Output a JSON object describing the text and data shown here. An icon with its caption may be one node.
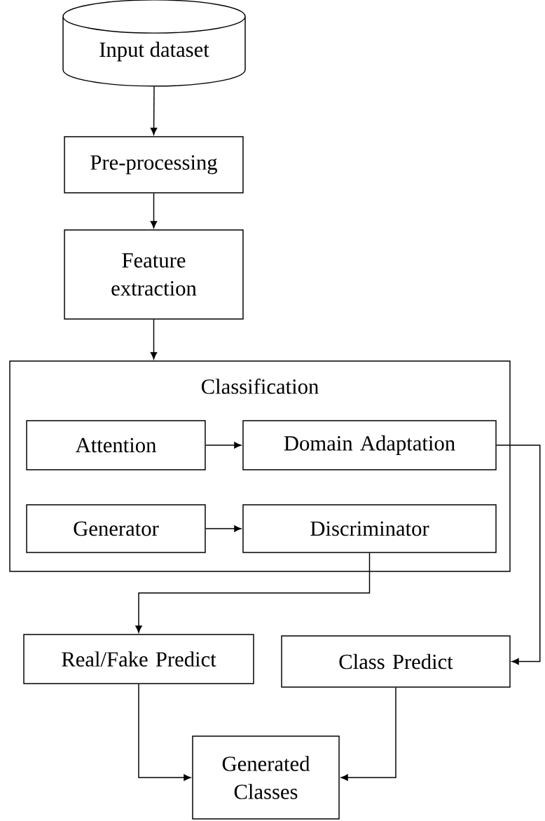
{
  "diagram": {
    "nodes": [
      {
        "text": [
          "Input dataset"
        ]
      },
      {
        "text": [
          "Pre-processing"
        ]
      },
      {
        "text": [
          "Feature extraction"
        ]
      },
      {
        "text": [
          "Classification"
        ]
      },
      {
        "text": [
          "Attention"
        ],
        "in": 3
      },
      {
        "text": [
          "Domain Adaptation"
        ],
        "in": 3
      },
      {
        "text": [
          "Generator"
        ],
        "in": 3
      },
      {
        "text": [
          "Discriminator"
        ],
        "in": 3
      },
      {
        "text": [
          "Real/Fake Predict"
        ]
      },
      {
        "text": [
          "Class Predict"
        ]
      },
      {
        "text": [
          "Generated Classes"
        ]
      }
    ],
    "edges": [
      {
        "from": 0,
        "to": 1,
        "arrow": "to"
      },
      {
        "from": 1,
        "to": 2,
        "arrow": "to"
      },
      {
        "from": 2,
        "to": 3,
        "arrow": "to"
      },
      {
        "from": 4,
        "to": 5,
        "arrow": "to"
      },
      {
        "from": 6,
        "to": 7,
        "arrow": "to"
      },
      {
        "from": 7,
        "to": 8,
        "arrow": "to"
      },
      {
        "from": 5,
        "to": 9,
        "arrow": "to"
      },
      {
        "from": 8,
        "to": 10,
        "arrow": "to"
      },
      {
        "from": 9,
        "to": 10,
        "arrow": "to"
      }
    ]
  }
}
